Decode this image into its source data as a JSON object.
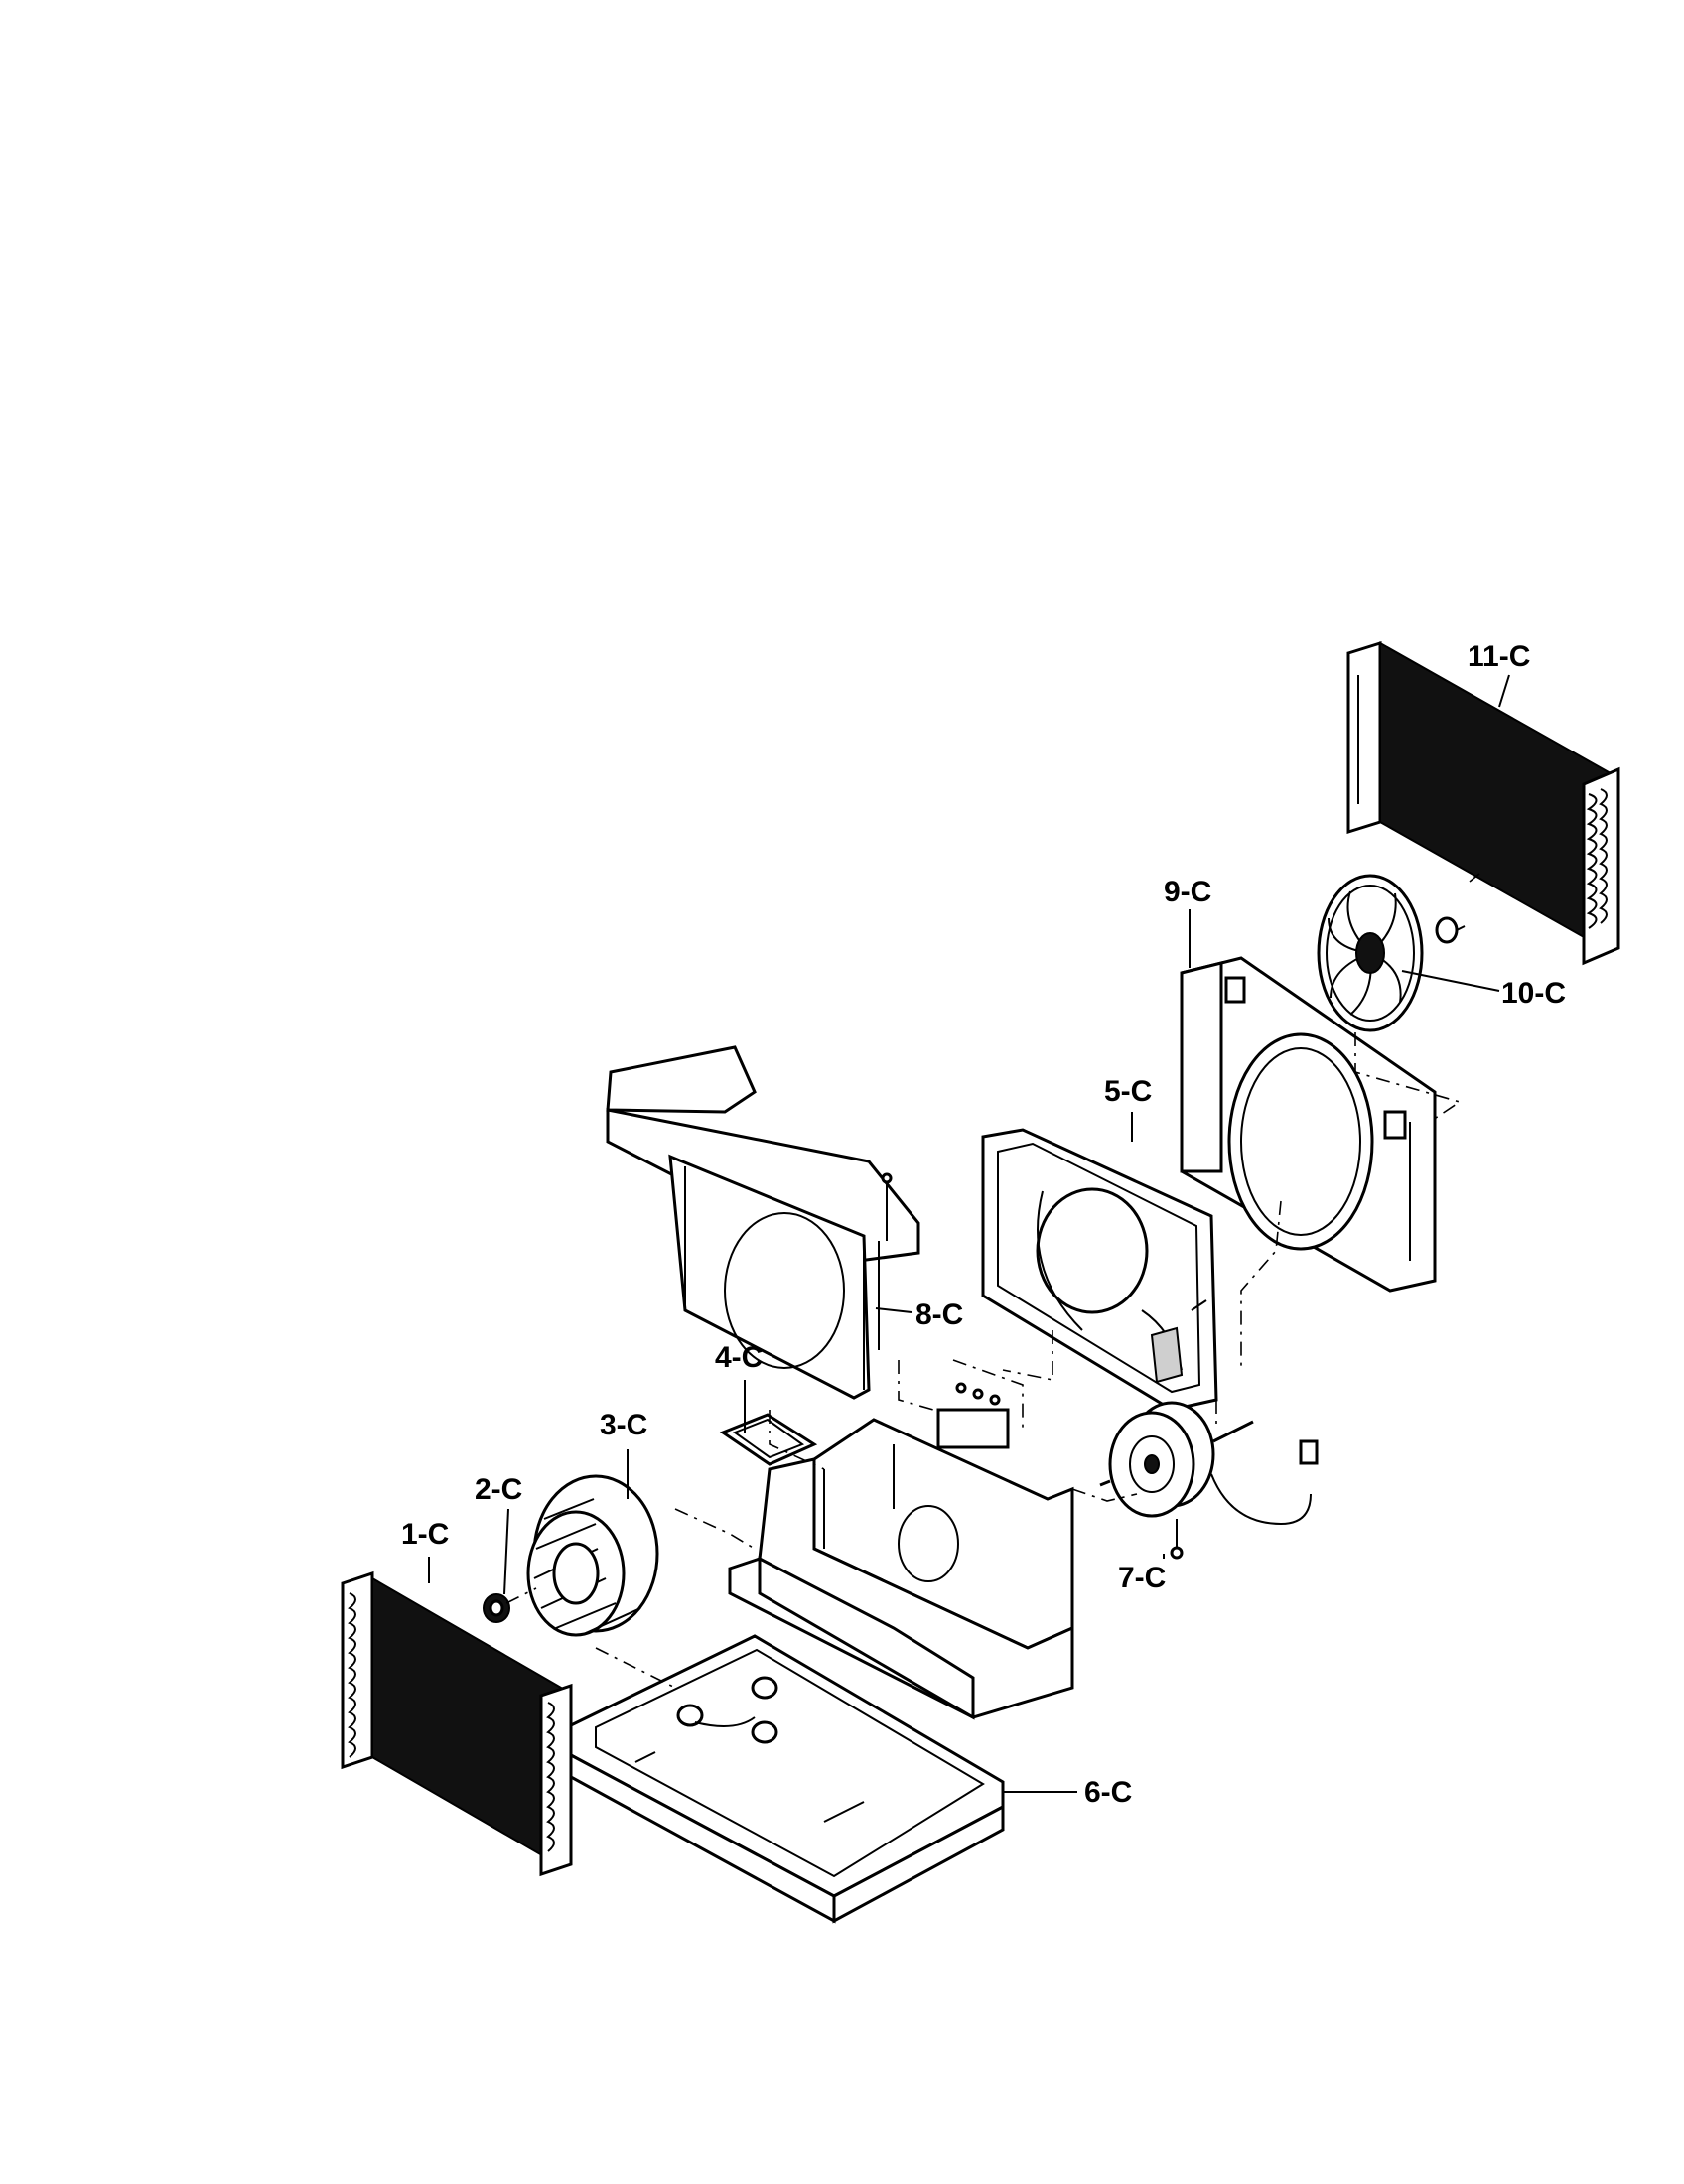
{
  "parts": [
    {
      "id": "1-C"
    },
    {
      "id": "2-C"
    },
    {
      "id": "3-C"
    },
    {
      "id": "4-C"
    },
    {
      "id": "5-C"
    },
    {
      "id": "6-C"
    },
    {
      "id": "7-C"
    },
    {
      "id": "8-C"
    },
    {
      "id": "9-C"
    },
    {
      "id": "10-C"
    },
    {
      "id": "11-C"
    }
  ]
}
